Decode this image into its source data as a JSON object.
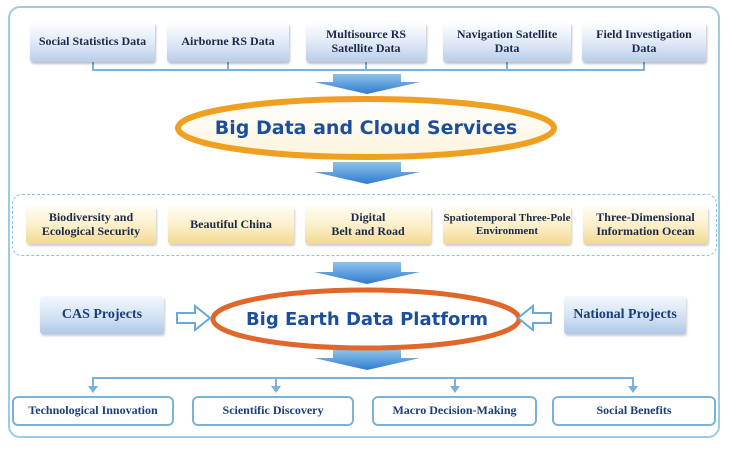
{
  "sources": [
    {
      "label": "Social Statistics Data"
    },
    {
      "label": "Airborne RS Data"
    },
    {
      "label": "Multisource RS\nSatellite Data"
    },
    {
      "label": "Navigation Satellite\nData"
    },
    {
      "label": "Field Investigation\nData"
    }
  ],
  "cloud": {
    "label": "Big Data and Cloud Services"
  },
  "applications": [
    {
      "label": "Biodiversity and\nEcological Security"
    },
    {
      "label": "Beautiful China"
    },
    {
      "label": "Digital\nBelt and Road"
    },
    {
      "label": "Spatiotemporal Three-Pole\nEnvironment"
    },
    {
      "label": "Three-Dimensional\nInformation Ocean"
    }
  ],
  "platform": {
    "label": "Big Earth Data Platform"
  },
  "projects": {
    "left": "CAS Projects",
    "right": "National Projects"
  },
  "outcomes": [
    {
      "label": "Technological Innovation"
    },
    {
      "label": "Scientific Discovery"
    },
    {
      "label": "Macro Decision-Making"
    },
    {
      "label": "Social Benefits"
    }
  ],
  "colors": {
    "frame": "#9ccbe3",
    "connector": "#7ab2d8",
    "ellipse_ring": "#f0a020",
    "platform_ring": "#e0662a",
    "title_text": "#1b4f9c"
  }
}
